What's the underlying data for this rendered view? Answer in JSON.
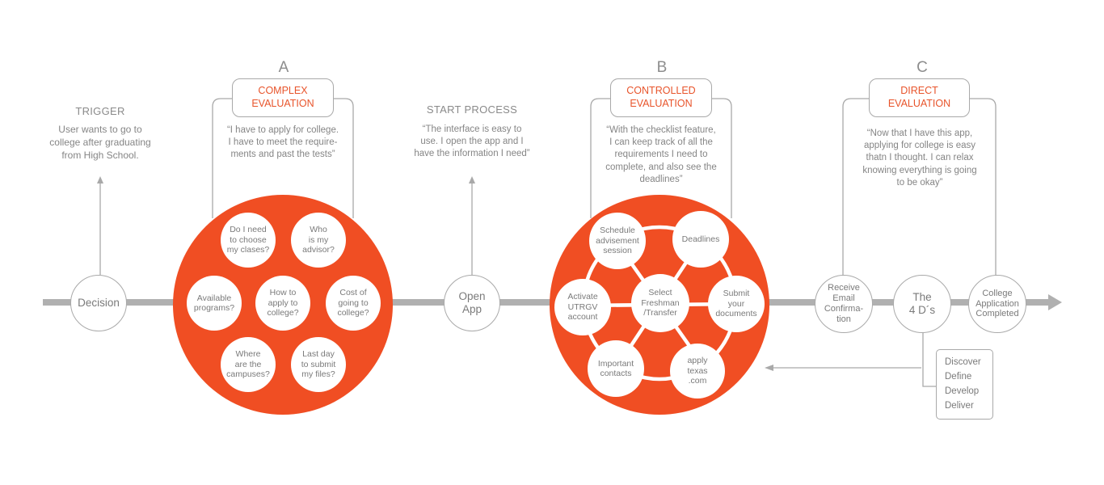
{
  "colors": {
    "accent": "#f04e23",
    "line": "#a9a9a9",
    "timeline": "#b0b0b0",
    "text": "#7a7a7a"
  },
  "trigger": {
    "title": "TRIGGER",
    "lines": [
      "User wants to go to",
      "college after graduating",
      "from High School."
    ]
  },
  "start_process": {
    "title": "START PROCESS",
    "lines": [
      "“The interface is easy to",
      "use. I open the app and I",
      "have the information I need”"
    ]
  },
  "stage_a": {
    "letter": "A",
    "label_lines": [
      "COMPLEX",
      "EVALUATION"
    ],
    "quote_lines": [
      "“I have to apply for college.",
      "I have to meet the require-",
      "ments and past the tests”"
    ],
    "bubbles": [
      [
        "Do I need",
        "to choose",
        "my clases?"
      ],
      [
        "Who",
        "is my",
        "advisor?"
      ],
      [
        "Available",
        "programs?"
      ],
      [
        "How to",
        "apply to",
        "college?"
      ],
      [
        "Cost of",
        "going to",
        "college?"
      ],
      [
        "Where",
        "are the",
        "campuses?"
      ],
      [
        "Last day",
        "to submit",
        "my files?"
      ]
    ]
  },
  "stage_b": {
    "letter": "B",
    "label_lines": [
      "CONTROLLED",
      "EVALUATION"
    ],
    "quote_lines": [
      "“With the checklist feature,",
      "I can keep track of all the",
      "requirements I need to",
      "complete, and also see the",
      "deadlines”"
    ],
    "bubbles": [
      [
        "Schedule",
        "advisement",
        "session"
      ],
      [
        "Deadlines"
      ],
      [
        "Activate",
        "UTRGV",
        "account"
      ],
      [
        "Select",
        "Freshman",
        "/Transfer"
      ],
      [
        "Submit",
        "your",
        "documents"
      ],
      [
        "Important",
        "contacts"
      ],
      [
        "apply",
        "texas",
        ".com"
      ]
    ]
  },
  "stage_c": {
    "letter": "C",
    "label_lines": [
      "DIRECT",
      "EVALUATION"
    ],
    "quote_lines": [
      "“Now that I have this app,",
      "applying for college is easy",
      "thatn I thought. I can relax",
      "knowing everything is going",
      "to be okay”"
    ]
  },
  "timeline_nodes": {
    "decision": [
      "Decision"
    ],
    "open_app": [
      "Open",
      "App"
    ],
    "receive_email": [
      "Receive",
      "Email",
      "Confirma-",
      "tion"
    ],
    "four_ds": [
      "The",
      "4 D´s"
    ],
    "college_completed": [
      "College",
      "Application",
      "Completed"
    ]
  },
  "four_ds_list": [
    "Discover",
    "Define",
    "Develop",
    "Deliver"
  ]
}
